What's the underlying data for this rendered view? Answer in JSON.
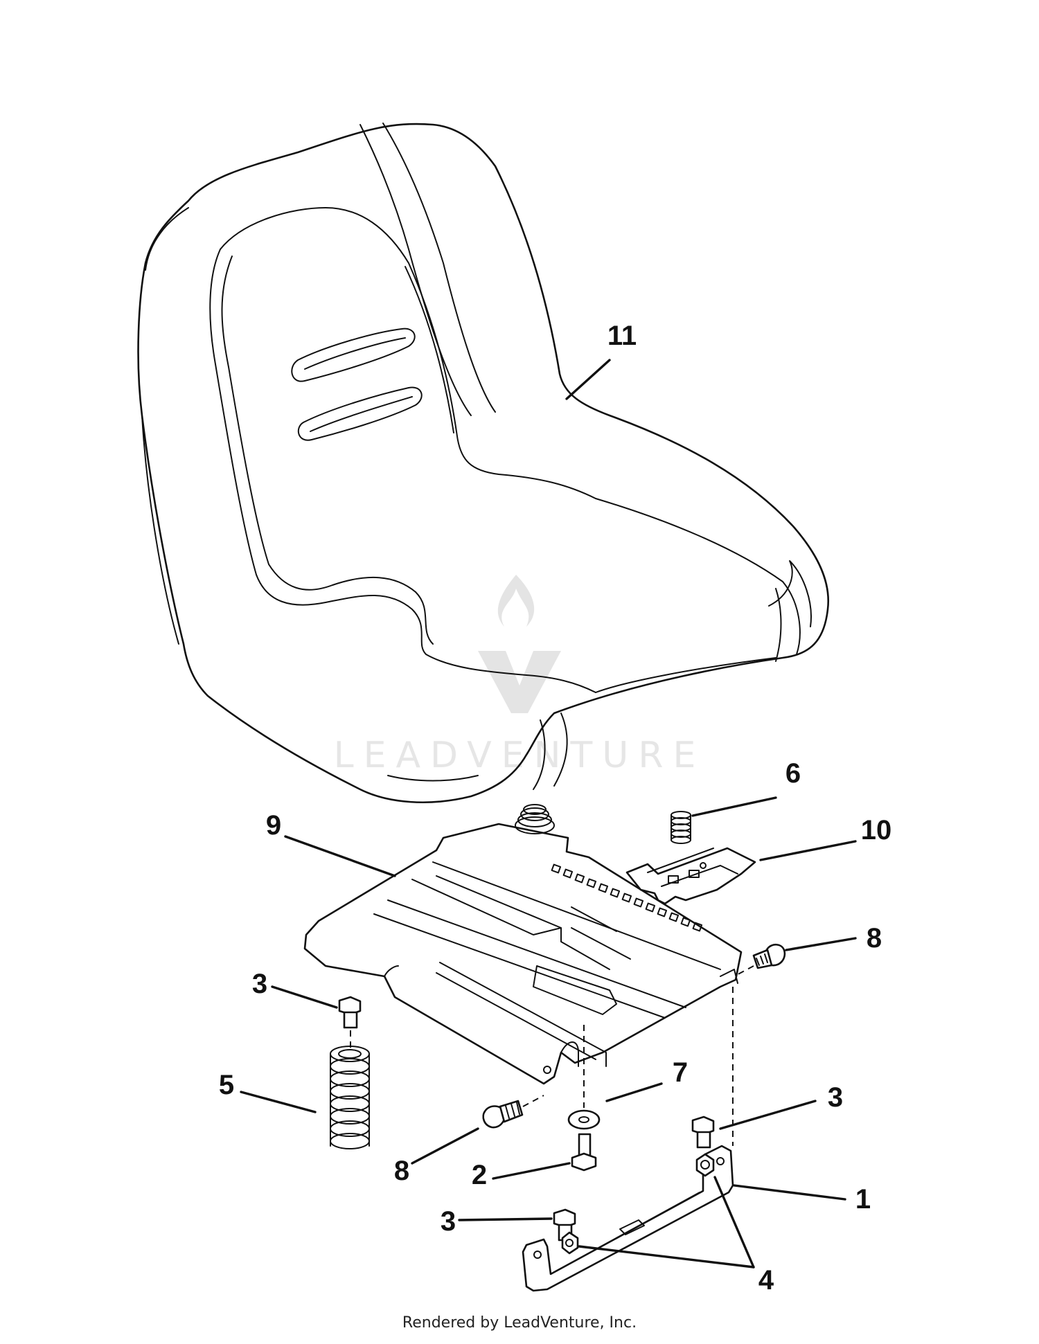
{
  "callouts": {
    "c1": "1",
    "c2": "2",
    "c3a": "3",
    "c3b": "3",
    "c3c": "3",
    "c4": "4",
    "c5": "5",
    "c6": "6",
    "c7": "7",
    "c8a": "8",
    "c8b": "8",
    "c9": "9",
    "c10": "10",
    "c11": "11"
  },
  "watermark": {
    "brand": "LEADVENTURE"
  },
  "footer": {
    "rendered_by": "Rendered by LeadVenture, Inc."
  }
}
